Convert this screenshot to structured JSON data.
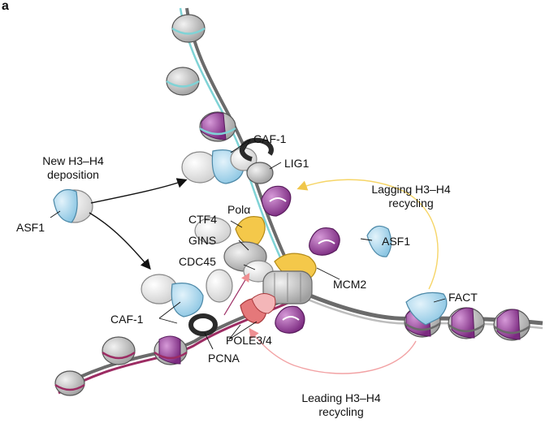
{
  "panel_letter": "a",
  "labels": {
    "new_deposition": [
      "New H3–H4",
      "deposition"
    ],
    "asf1_left": "ASF1",
    "caf1_top": "CAF-1",
    "lig1": "LIG1",
    "lagging_recycling": [
      "Lagging H3–H4",
      "recycling"
    ],
    "pol_alpha": "Polα",
    "ctf4": "CTF4",
    "gins": "GINS",
    "cdc45": "CDC45",
    "asf1_right": "ASF1",
    "mcm2": "MCM2",
    "fact": "FACT",
    "caf1_bottom": "CAF-1",
    "pole": "POLE3/4",
    "pcna": "PCNA",
    "leading_recycling": [
      "Leading H3–H4",
      "recycling"
    ]
  },
  "colors": {
    "nucleosome_grey": "#c8c8c8",
    "old_histone_purple": "#9c3d9f",
    "new_dna_cyan": "#7fd3d6",
    "new_dna_magenta": "#9c2c63",
    "chaperone_blue": "#a9d6ec",
    "pol_alpha_yellow": "#f4c84a",
    "pole_red": "#e5787a",
    "lagging_arrow": "#f6d567",
    "leading_arrow": "#f2a2a4"
  }
}
